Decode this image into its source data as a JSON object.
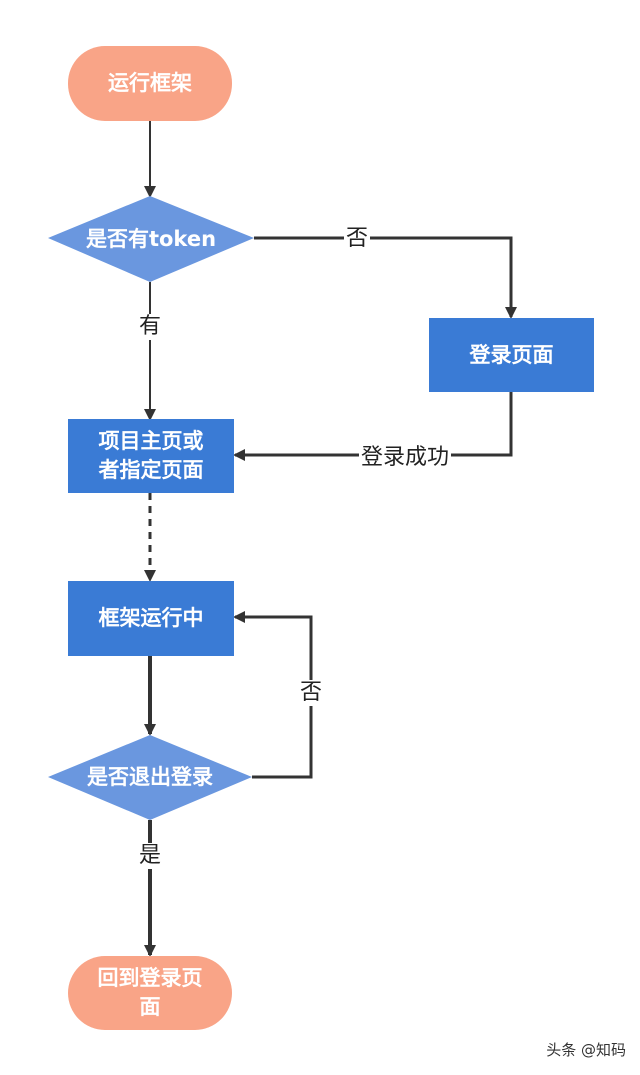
{
  "colors": {
    "terminal": "#F9A487",
    "process": "#3A7BD5",
    "decision": "#6A97DF",
    "edge": "#333333",
    "text": "#222222"
  },
  "nodes": {
    "start": "运行框架",
    "has_token": "是否有token",
    "login_page": "登录页面",
    "home_page_line1": "项目主页或",
    "home_page_line2": "者指定页面",
    "running": "框架运行中",
    "logout_check": "是否退出登录",
    "back_login_line1": "回到登录页",
    "back_login_line2": "面"
  },
  "edges": {
    "no_token": "否",
    "has_token": "有",
    "login_success": "登录成功",
    "not_logout": "否",
    "logout_yes": "是"
  },
  "watermark": "头条 @知码"
}
